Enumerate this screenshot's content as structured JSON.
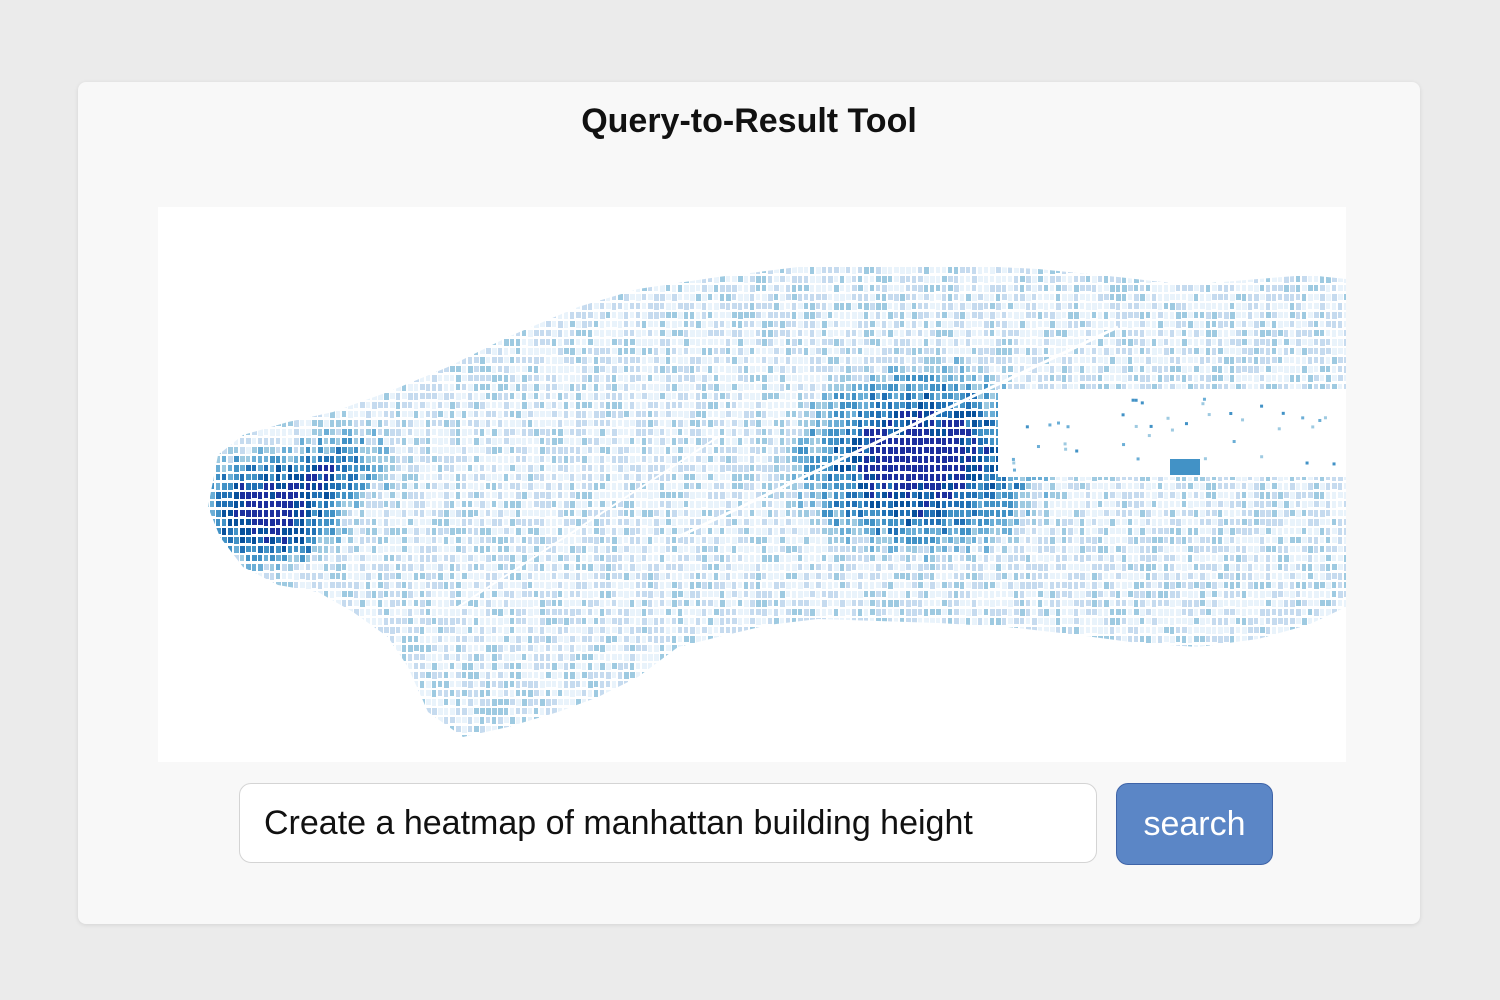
{
  "app": {
    "title": "Query-to-Result Tool"
  },
  "result": {
    "map_subject": "manhattan building height heatmap",
    "map_icon": "map-heatmap",
    "palette": [
      "#e9f3fb",
      "#c6dbef",
      "#9ecae1",
      "#6baed6",
      "#4292c6",
      "#2171b5",
      "#08519c",
      "#1c2f9e"
    ]
  },
  "search": {
    "value": "Create a heatmap of manhattan building height",
    "placeholder": "",
    "button_label": "search",
    "button_color": "#5b86c6"
  }
}
